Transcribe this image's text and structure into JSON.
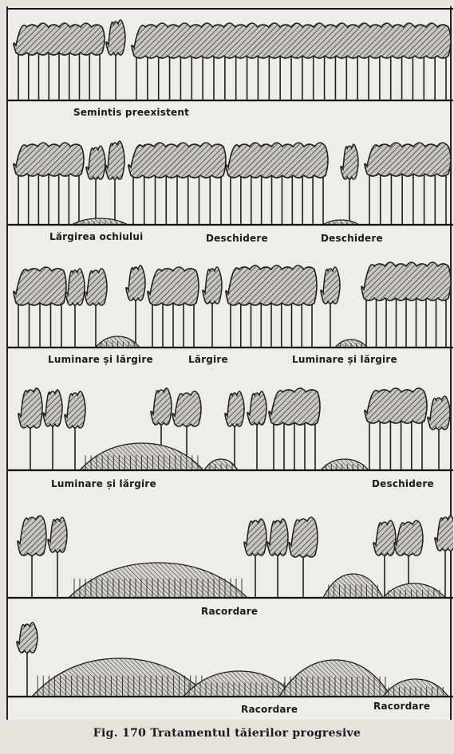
{
  "figure": {
    "caption": "Fig. 170 Tratamentul tăierilor progresive",
    "panels": [
      {
        "labels": [
          "Semintis preexistent"
        ]
      },
      {
        "labels": [
          "Lărgirea ochiului",
          "Deschidere",
          "Deschidere"
        ]
      },
      {
        "labels": [
          "Luminare și lărgire",
          "Lărgire",
          "Luminare și lărgire"
        ]
      },
      {
        "labels": [
          "Luminare și lărgire",
          "Deschidere"
        ]
      },
      {
        "labels": [
          "Racordare"
        ]
      },
      {
        "labels": [
          "Racordare",
          "Racordare"
        ]
      }
    ]
  }
}
